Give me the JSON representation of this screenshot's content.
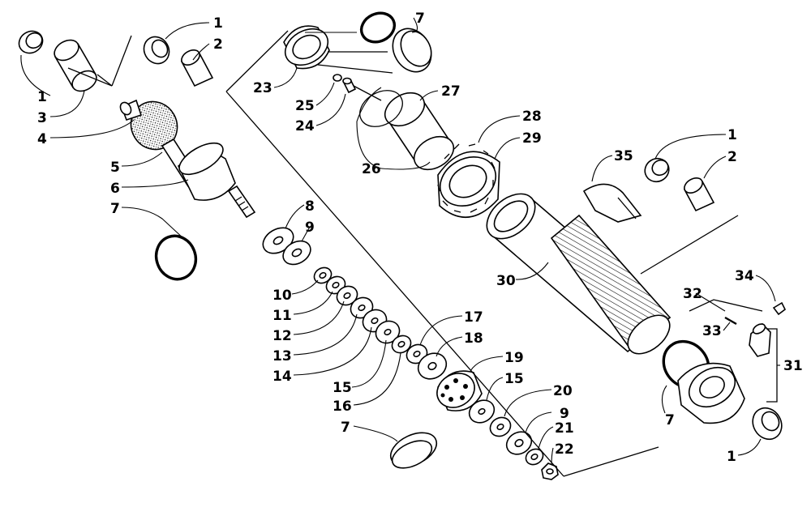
{
  "diagram": {
    "callouts": [
      {
        "id": "c1a",
        "text": "1"
      },
      {
        "id": "c2a",
        "text": "2"
      },
      {
        "id": "c1b",
        "text": "1"
      },
      {
        "id": "c3",
        "text": "3"
      },
      {
        "id": "c4",
        "text": "4"
      },
      {
        "id": "c5",
        "text": "5"
      },
      {
        "id": "c6",
        "text": "6"
      },
      {
        "id": "c7a",
        "text": "7"
      },
      {
        "id": "c8",
        "text": "8"
      },
      {
        "id": "c9a",
        "text": "9"
      },
      {
        "id": "c10",
        "text": "10"
      },
      {
        "id": "c11",
        "text": "11"
      },
      {
        "id": "c12",
        "text": "12"
      },
      {
        "id": "c13",
        "text": "13"
      },
      {
        "id": "c14",
        "text": "14"
      },
      {
        "id": "c15a",
        "text": "15"
      },
      {
        "id": "c16",
        "text": "16"
      },
      {
        "id": "c7b",
        "text": "7"
      },
      {
        "id": "c17",
        "text": "17"
      },
      {
        "id": "c18",
        "text": "18"
      },
      {
        "id": "c19",
        "text": "19"
      },
      {
        "id": "c15b",
        "text": "15"
      },
      {
        "id": "c20",
        "text": "20"
      },
      {
        "id": "c9b",
        "text": "9"
      },
      {
        "id": "c21",
        "text": "21"
      },
      {
        "id": "c22",
        "text": "22"
      },
      {
        "id": "c7c",
        "text": "7"
      },
      {
        "id": "c23",
        "text": "23"
      },
      {
        "id": "c25",
        "text": "25"
      },
      {
        "id": "c24",
        "text": "24"
      },
      {
        "id": "c27",
        "text": "27"
      },
      {
        "id": "c26",
        "text": "26"
      },
      {
        "id": "c28",
        "text": "28"
      },
      {
        "id": "c29",
        "text": "29"
      },
      {
        "id": "c30",
        "text": "30"
      },
      {
        "id": "c35",
        "text": "35"
      },
      {
        "id": "c1c",
        "text": "1"
      },
      {
        "id": "c2b",
        "text": "2"
      },
      {
        "id": "c34",
        "text": "34"
      },
      {
        "id": "c32",
        "text": "32"
      },
      {
        "id": "c33",
        "text": "33"
      },
      {
        "id": "c31",
        "text": "31"
      },
      {
        "id": "c7d",
        "text": "7"
      },
      {
        "id": "c1d",
        "text": "1"
      }
    ]
  }
}
